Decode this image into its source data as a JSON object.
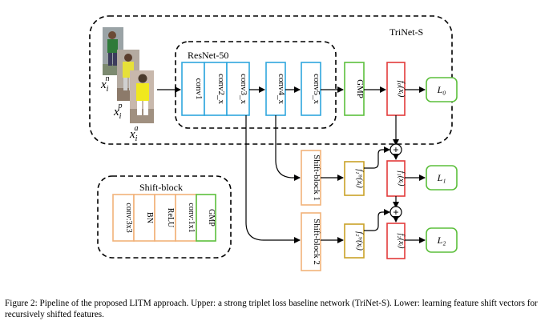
{
  "images": {
    "labels": [
      {
        "base": "x",
        "sub": "i",
        "sup": "n"
      },
      {
        "base": "x",
        "sub": "i",
        "sup": "p"
      },
      {
        "base": "x",
        "sub": "i",
        "sup": "a"
      }
    ]
  },
  "trinet": {
    "title": "TriNet-S",
    "resnet_title": "ResNet-50",
    "conv_blocks": [
      "conv1",
      "conv2_x",
      "conv3_x",
      "conv4_x",
      "conv5_x"
    ],
    "gmp": "GMP",
    "f0": "f₀(xᵢ)",
    "loss0": "L₀"
  },
  "branches": [
    {
      "shift_block": "Shift-block 1",
      "shift_fn": "f₁ˢʸ(xᵢ)",
      "f": "f₁(xᵢ)",
      "loss": "L₁"
    },
    {
      "shift_block": "Shift-block 2",
      "shift_fn": "f₂ˢʸ(xᵢ)",
      "f": "f₂(xᵢ)",
      "loss": "L₂"
    }
  ],
  "plus_symbol": "+",
  "shift_block_detail": {
    "title": "Shift-block",
    "layers": [
      "conv:3x3",
      "BN",
      "ReLU",
      "conv:1x1",
      "GMP"
    ]
  },
  "caption": "Figure 2: Pipeline of the proposed LITM approach. Upper: a strong triplet loss baseline network (TriNet-S). Lower: learning feature shift vectors for recursively shifted features.",
  "colors": {
    "conv_blue": "#2fa6de",
    "orange": "#f2b27a",
    "green": "#5cbf3c",
    "red": "#e23a3a",
    "gold": "#c9a227"
  }
}
